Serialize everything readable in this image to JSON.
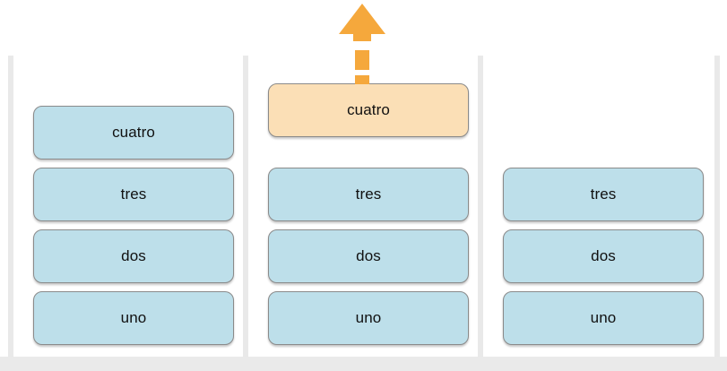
{
  "app": {
    "title": "Stack Reorder Board",
    "background_color": "#ffffff",
    "rail_color": "#e9e9e9",
    "bottom_bar_color": "#eaeaea"
  },
  "theme": {
    "card_fill": "#bddfea",
    "card_highlight_fill": "#fbdfb6",
    "card_border": "#8a8a8a",
    "card_text": "#111111",
    "arrow_color": "#f5a83c"
  },
  "columns": [
    {
      "name": "column-left",
      "cards": [
        {
          "label": "cuatro",
          "state": "normal"
        },
        {
          "label": "tres",
          "state": "normal"
        },
        {
          "label": "dos",
          "state": "normal"
        },
        {
          "label": "uno",
          "state": "normal"
        }
      ]
    },
    {
      "name": "column-middle",
      "cards": [
        {
          "label": "cuatro",
          "state": "highlight"
        },
        {
          "label": "tres",
          "state": "normal"
        },
        {
          "label": "dos",
          "state": "normal"
        },
        {
          "label": "uno",
          "state": "normal"
        }
      ]
    },
    {
      "name": "column-right",
      "cards": [
        {
          "label": "tres",
          "state": "normal"
        },
        {
          "label": "dos",
          "state": "normal"
        },
        {
          "label": "uno",
          "state": "normal"
        }
      ]
    }
  ],
  "drag_indicator": {
    "icon": "arrow-up-dashed-icon",
    "direction": "up",
    "color": "#f5a83c",
    "attached_to": "column-middle.card.cuatro"
  }
}
